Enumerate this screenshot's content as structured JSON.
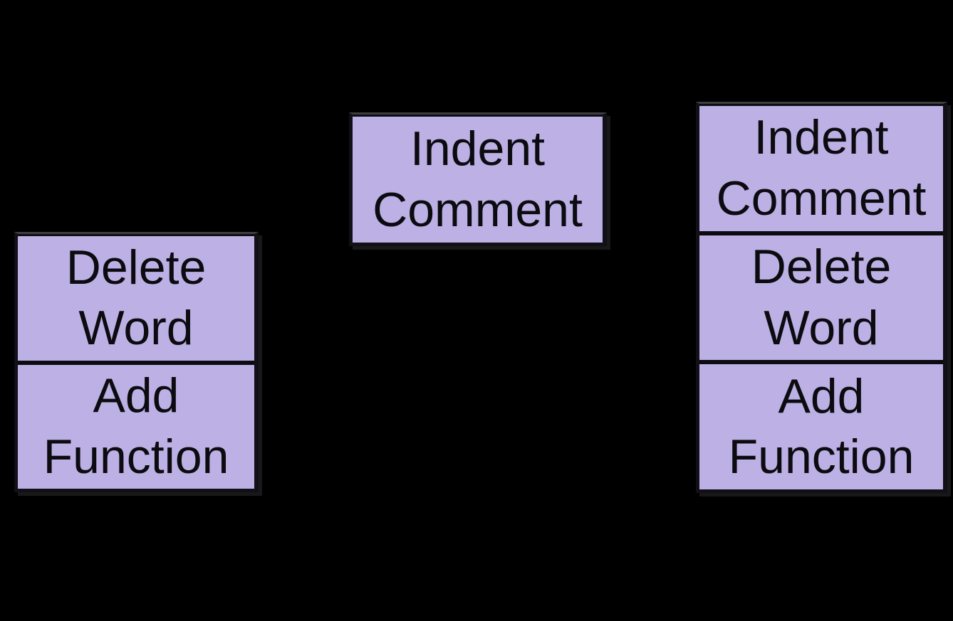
{
  "canvas": {
    "background_color": "#000000"
  },
  "node_style": {
    "fill_color": "#bdb0e4",
    "border_color": "#101016",
    "top_edge_color": "#3e3e42",
    "divider_color": "#0b0b10",
    "text_color": "#0b0b10"
  },
  "diagram": {
    "left_stack": {
      "cells": [
        {
          "label": "Delete\nWord"
        },
        {
          "label": "Add\nFunction"
        }
      ]
    },
    "middle_node": {
      "label": "Indent\nComment"
    },
    "right_stack": {
      "cells": [
        {
          "label": "Indent\nComment"
        },
        {
          "label": "Delete\nWord"
        },
        {
          "label": "Add\nFunction"
        }
      ]
    }
  }
}
